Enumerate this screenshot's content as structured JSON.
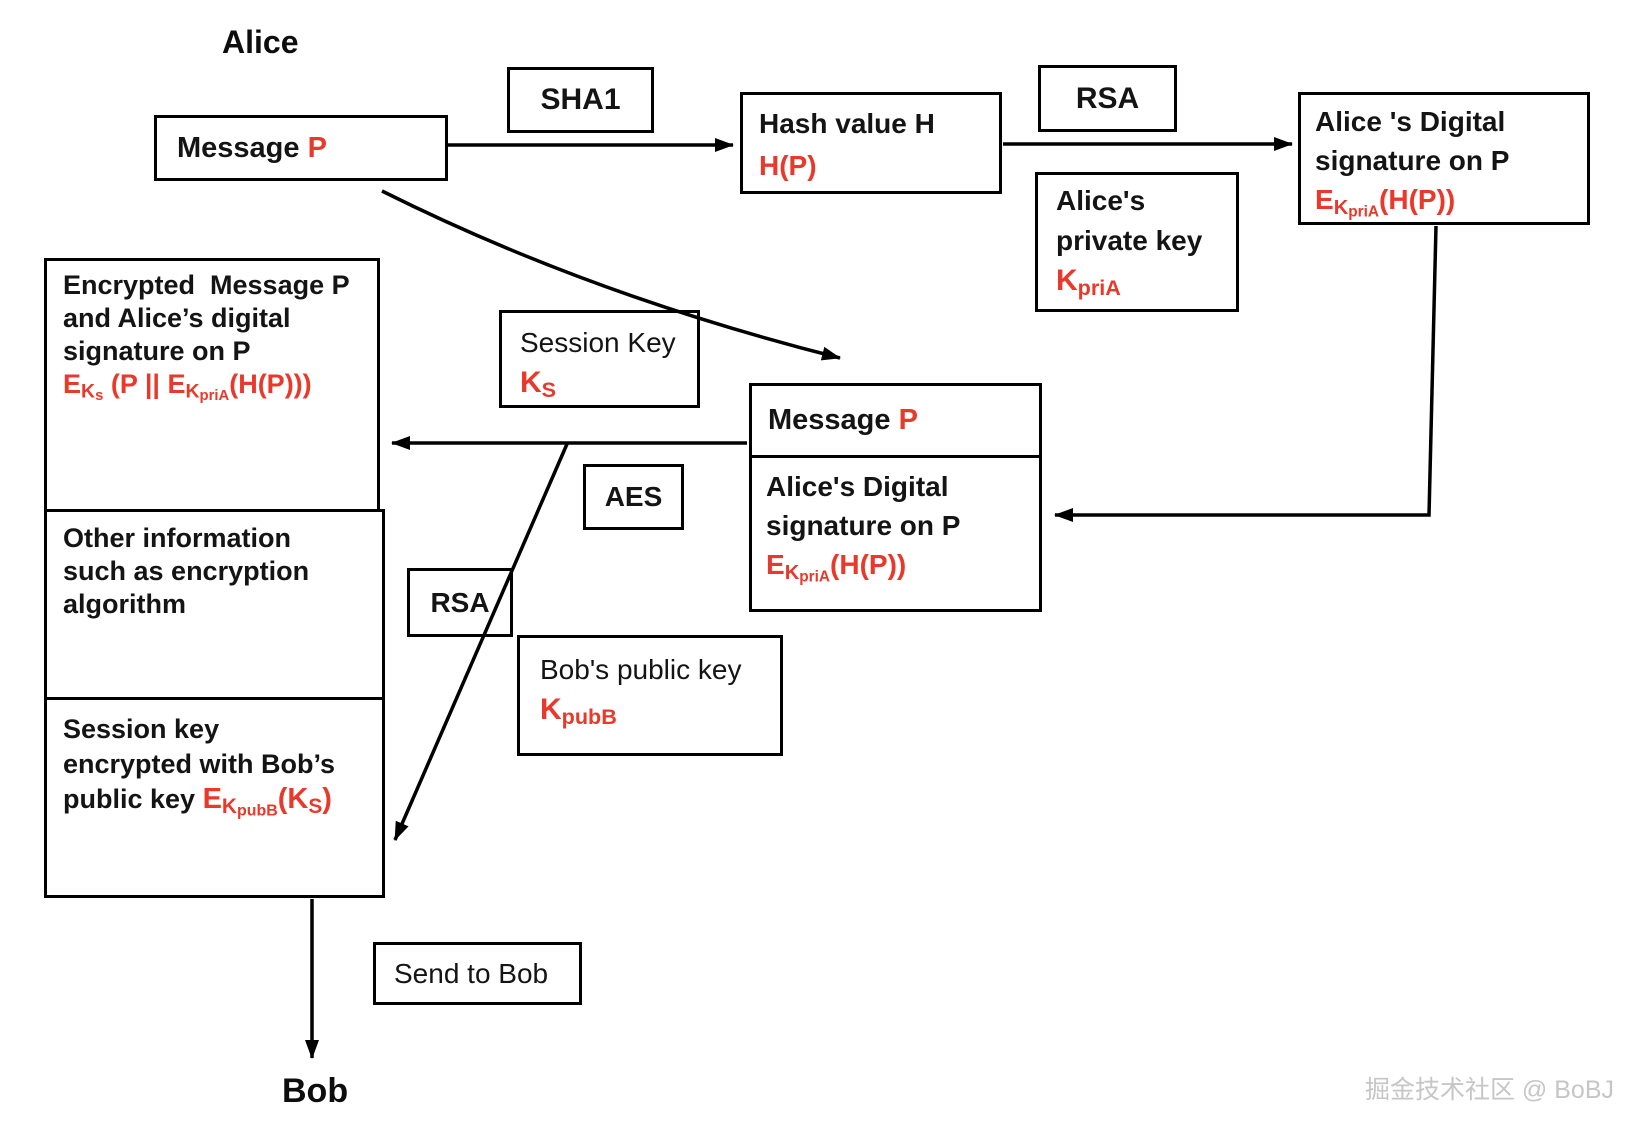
{
  "colors": {
    "accent_red": "#e8392b",
    "line_black": "#000000",
    "watermark_gray": "#c6c6c6"
  },
  "labels": {
    "alice": "Alice",
    "bob": "Bob",
    "watermark": "掘金技术社区 @ BoBJ"
  },
  "boxes": {
    "message_p_top": {
      "text": "Message ",
      "p": "P"
    },
    "sha1": {
      "label": "SHA1"
    },
    "hash_value": {
      "line1": "Hash value H",
      "formula": "H(P)"
    },
    "rsa_top": {
      "label": "RSA"
    },
    "alice_sig_top": {
      "line1": "Alice 's Digital",
      "line2": "signature on P",
      "f_e": "E",
      "f_k": "K",
      "f_ksub": "priA",
      "f_tail": "(H(P))"
    },
    "alice_priv_key": {
      "line1": "Alice's",
      "line2": "private key",
      "k": "K",
      "k_sub": "priA"
    },
    "encrypted_msg": {
      "line1": "Encrypted  Message P",
      "line2": "and Alice’s digital",
      "line3": "signature on P",
      "f_e1": "E",
      "f_k1": "K",
      "f_k1sub": "s",
      "f_mid": " (P || E",
      "f_k2": "K",
      "f_k2sub": "priA",
      "f_tail": "(H(P)))"
    },
    "session_key": {
      "line1": "Session Key",
      "k": "K",
      "k_sub": "S"
    },
    "message_p_mid": {
      "text": "Message ",
      "p": "P"
    },
    "alice_sig_mid": {
      "line1": "Alice's Digital",
      "line2": "signature on P",
      "f_e": "E",
      "f_k": "K",
      "f_ksub": "priA",
      "f_tail": "(H(P))"
    },
    "aes": {
      "label": "AES"
    },
    "rsa_mid": {
      "label": "RSA"
    },
    "bobs_pub_key": {
      "line1": "Bob's public key",
      "k": "K",
      "k_sub": "pubB"
    },
    "other_info": {
      "line1": "Other information",
      "line2": "such as encryption",
      "line3": "algorithm"
    },
    "session_enc": {
      "line1": "Session key",
      "line2": "encrypted with Bob’s",
      "line3_black": "public key ",
      "f_e": "E",
      "f_k": "K",
      "f_ksub": "pubB",
      "f_open": "(K",
      "f_s": "S",
      "f_close": ")"
    },
    "send_to_bob": {
      "label": "Send to Bob"
    }
  }
}
